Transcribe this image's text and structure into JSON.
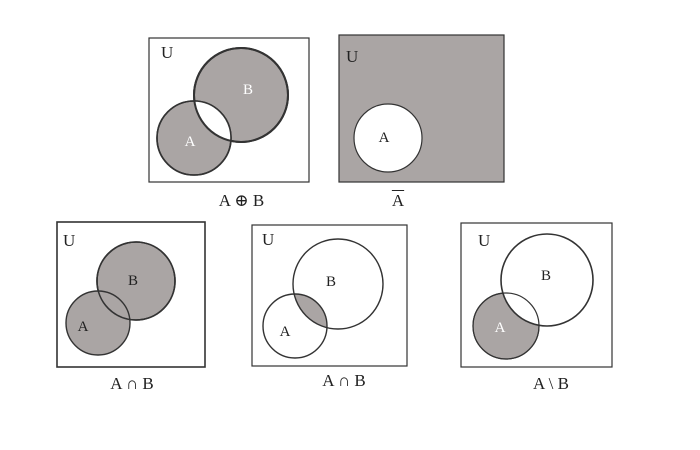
{
  "colors": {
    "shade": "#aaa5a4",
    "stroke": "#333333",
    "background": "#ffffff",
    "white_text": "#ffffff",
    "dark_text": "#222222"
  },
  "universe_symbol": "U",
  "set_a_symbol": "A",
  "set_b_symbol": "B",
  "diagrams": [
    {
      "id": "symmetric-difference",
      "caption": "A ⊕ B",
      "shaded_region": "A xor B"
    },
    {
      "id": "complement",
      "caption": "A",
      "caption_overline": true,
      "shaded_region": "not A"
    },
    {
      "id": "intersection-1",
      "caption": "A ∩ B",
      "shaded_region": "A or B"
    },
    {
      "id": "intersection-2",
      "caption": "A ∩  B",
      "shaded_region": "A and B"
    },
    {
      "id": "difference",
      "caption": "A \\ B",
      "shaded_region": "A minus B"
    }
  ]
}
